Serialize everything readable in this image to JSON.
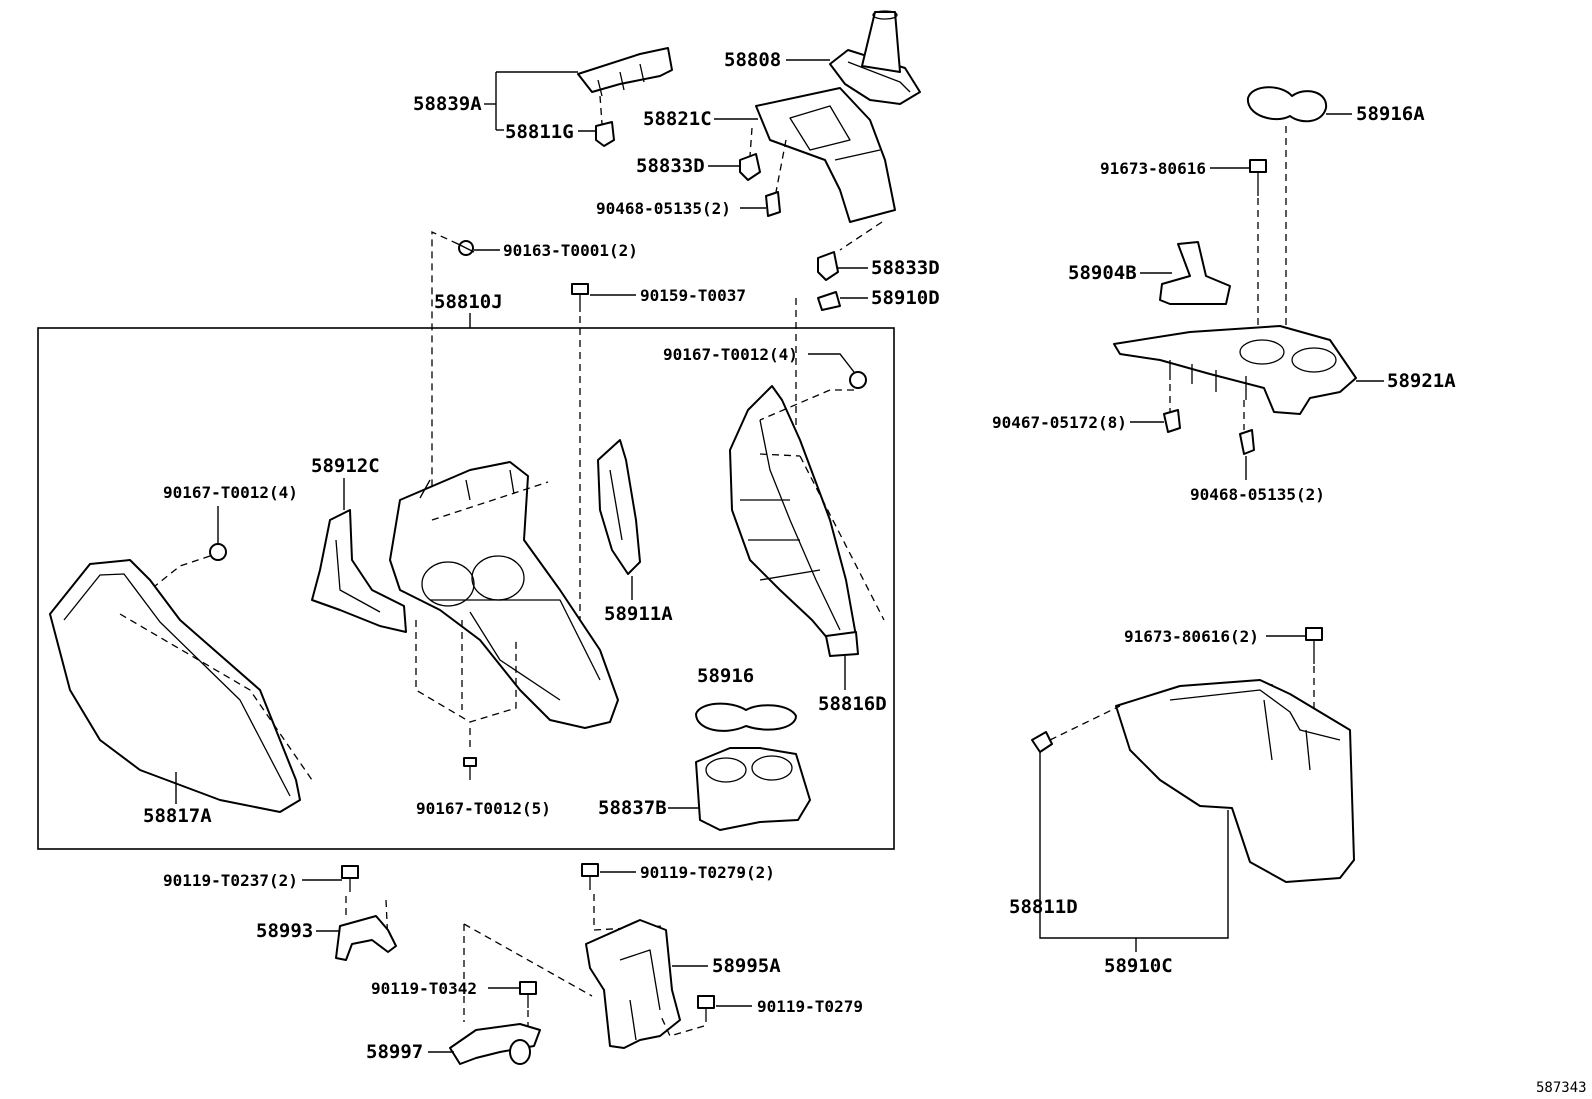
{
  "diagram_id": "587343",
  "callouts": {
    "p58808": "58808",
    "p58839A": "58839A",
    "p58811G": "58811G",
    "p58821C": "58821C",
    "p58833D_top": "58833D",
    "p90468_05135_top": "90468-05135(2)",
    "p90163_T0001": "90163-T0001(2)",
    "p58833D_mid": "58833D",
    "p90159_T0037": "90159-T0037",
    "p58910D": "58910D",
    "p58810J": "58810J",
    "p90167_T0012_right": "90167-T0012(4)",
    "p58912C": "58912C",
    "p90167_T0012_left": "90167-T0012(4)",
    "p58911A": "58911A",
    "p58916": "58916",
    "p58816D": "58816D",
    "p58817A": "58817A",
    "p90167_T0012_5": "90167-T0012(5)",
    "p58837B": "58837B",
    "p90119_T0237": "90119-T0237(2)",
    "p58993": "58993",
    "p90119_T0279_2": "90119-T0279(2)",
    "p58995A": "58995A",
    "p90119_T0342": "90119-T0342",
    "p90119_T0279": "90119-T0279",
    "p58997": "58997",
    "p58916A": "58916A",
    "p91673_80616": "91673-80616",
    "p58904B": "58904B",
    "p58921A": "58921A",
    "p90467_05172": "90467-05172(8)",
    "p90468_05135_right": "90468-05135(2)",
    "p91673_80616_2": "91673-80616(2)",
    "p58811D": "58811D",
    "p58910C": "58910C"
  }
}
